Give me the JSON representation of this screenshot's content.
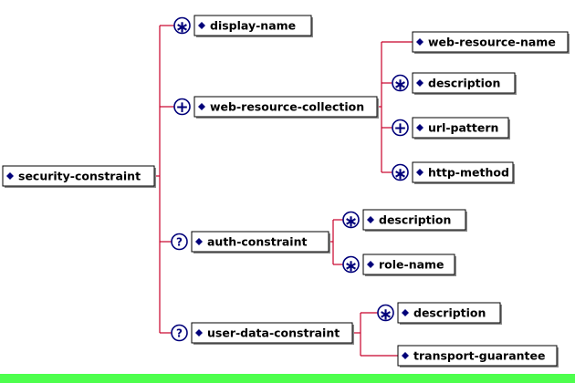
{
  "colors": {
    "connector": "#c8002a",
    "diamond": "#00007a",
    "icon": "#00007a",
    "bottom_bar": "#4dff4d"
  },
  "nodes": [
    {
      "id": "security-constraint",
      "label": "security-constraint",
      "occurrence": "none"
    },
    {
      "id": "display-name",
      "label": "display-name",
      "occurrence": "zero-or-more"
    },
    {
      "id": "web-resource-collection",
      "label": "web-resource-collection",
      "occurrence": "one-or-more"
    },
    {
      "id": "web-resource-name",
      "label": "web-resource-name",
      "occurrence": "none"
    },
    {
      "id": "wrc-description",
      "label": "description",
      "occurrence": "zero-or-more"
    },
    {
      "id": "url-pattern",
      "label": "url-pattern",
      "occurrence": "one-or-more"
    },
    {
      "id": "http-method",
      "label": "http-method",
      "occurrence": "zero-or-more"
    },
    {
      "id": "auth-constraint",
      "label": "auth-constraint",
      "occurrence": "optional"
    },
    {
      "id": "ac-description",
      "label": "description",
      "occurrence": "zero-or-more"
    },
    {
      "id": "role-name",
      "label": "role-name",
      "occurrence": "zero-or-more"
    },
    {
      "id": "user-data-constraint",
      "label": "user-data-constraint",
      "occurrence": "optional"
    },
    {
      "id": "udc-description",
      "label": "description",
      "occurrence": "zero-or-more"
    },
    {
      "id": "transport-guarantee",
      "label": "transport-guarantee",
      "occurrence": "none"
    }
  ],
  "edges": [
    {
      "from": "security-constraint",
      "to": "display-name"
    },
    {
      "from": "security-constraint",
      "to": "web-resource-collection"
    },
    {
      "from": "security-constraint",
      "to": "auth-constraint"
    },
    {
      "from": "security-constraint",
      "to": "user-data-constraint"
    },
    {
      "from": "web-resource-collection",
      "to": "web-resource-name"
    },
    {
      "from": "web-resource-collection",
      "to": "wrc-description"
    },
    {
      "from": "web-resource-collection",
      "to": "url-pattern"
    },
    {
      "from": "web-resource-collection",
      "to": "http-method"
    },
    {
      "from": "auth-constraint",
      "to": "ac-description"
    },
    {
      "from": "auth-constraint",
      "to": "role-name"
    },
    {
      "from": "user-data-constraint",
      "to": "udc-description"
    },
    {
      "from": "user-data-constraint",
      "to": "transport-guarantee"
    }
  ],
  "occurrence_icons": {
    "zero-or-more": {
      "glyph": "∗",
      "icon_name": "zero-or-more-icon"
    },
    "one-or-more": {
      "glyph": "+",
      "icon_name": "one-or-more-icon"
    },
    "optional": {
      "glyph": "?",
      "icon_name": "optional-icon"
    }
  }
}
